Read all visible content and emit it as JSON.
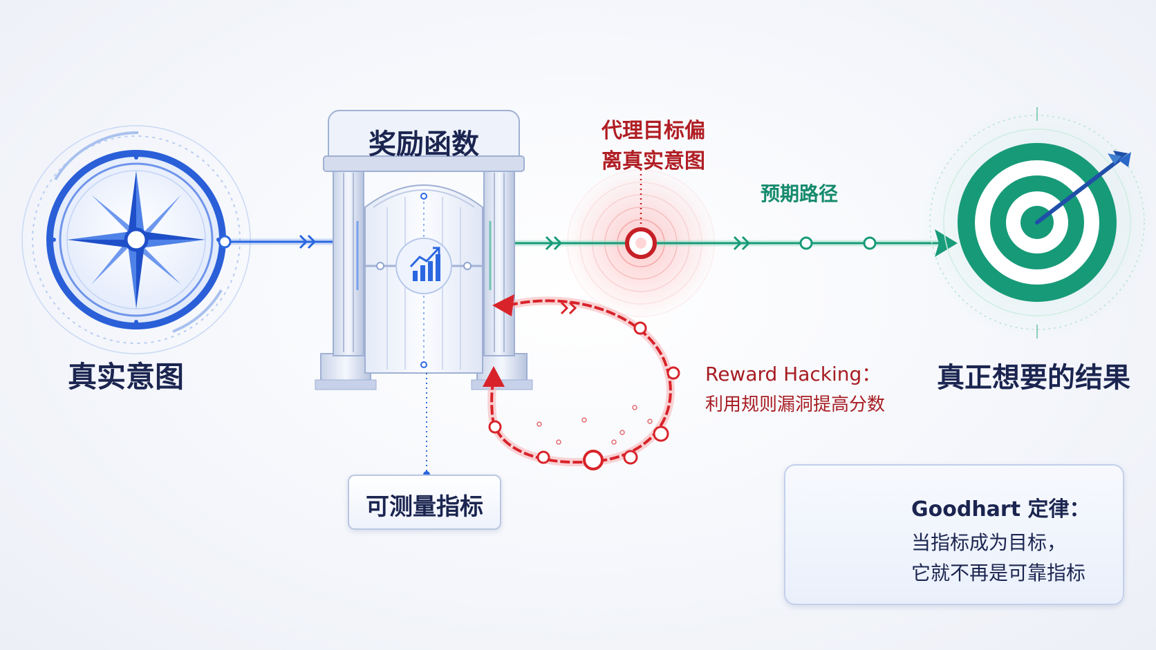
{
  "intent": {
    "label": "真实意图",
    "icon": "compass-icon"
  },
  "gate": {
    "title": "奖励函数",
    "icon": "chart-up-icon"
  },
  "metric": {
    "label": "可测量指标"
  },
  "proxy_deviation": {
    "line1": "代理目标偏",
    "line2": "离真实意图"
  },
  "expected_path": {
    "label": "预期路径"
  },
  "reward_hacking": {
    "title": "Reward Hacking：",
    "desc": "利用规则漏洞提高分数"
  },
  "result": {
    "label": "真正想要的结果",
    "icon": "target-icon"
  },
  "goodhart": {
    "title": "Goodhart 定律：",
    "line1": "当指标成为目标，",
    "line2": "它就不再是可靠指标",
    "icon": "balance-scale-icon"
  },
  "colors": {
    "blue": "#2a5fd8",
    "green": "#179a78",
    "red": "#d8232a",
    "navy": "#1b2550"
  }
}
